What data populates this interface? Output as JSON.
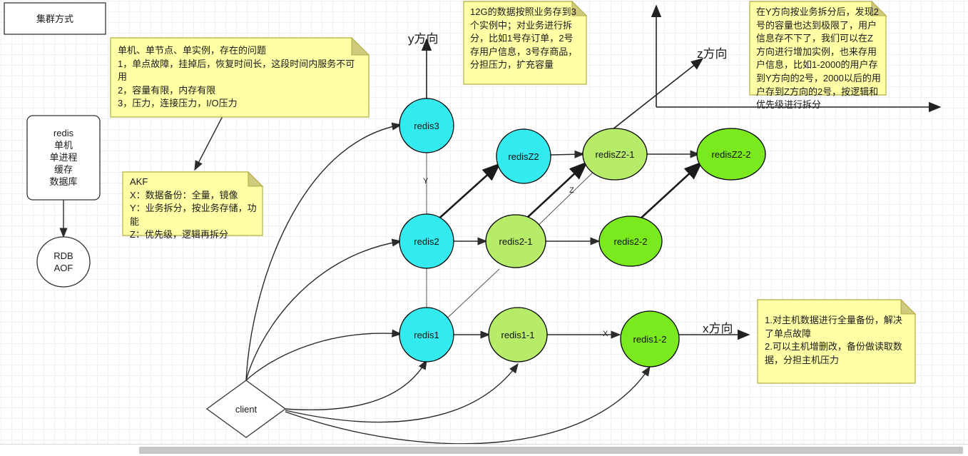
{
  "title_box": {
    "text": "集群方式"
  },
  "left_box": {
    "lines": "redis\n单机\n单进程\n缓存\n数据库"
  },
  "rdb_node": {
    "lines": "RDB\nAOF"
  },
  "client_node": {
    "label": "client"
  },
  "axes": [
    {
      "name": "y-axis",
      "label": "y方向"
    },
    {
      "name": "z-axis",
      "label": "z方向"
    },
    {
      "name": "x-axis",
      "label": "x方向"
    }
  ],
  "edge_tags": [
    {
      "name": "y-tag",
      "label": "Y"
    },
    {
      "name": "z-tag",
      "label": "Z"
    },
    {
      "name": "x-tag",
      "label": "X"
    }
  ],
  "nodes": [
    {
      "id": "redis3",
      "label": "redis3",
      "color": "#33ebee"
    },
    {
      "id": "redis2",
      "label": "redis2",
      "color": "#33ebee"
    },
    {
      "id": "redis1",
      "label": "redis1",
      "color": "#33ebee"
    },
    {
      "id": "redisZ2",
      "label": "redisZ2",
      "color": "#33ebee"
    },
    {
      "id": "redis2-1",
      "label": "redis2-1",
      "color": "#b6ec68"
    },
    {
      "id": "redis1-1",
      "label": "redis1-1",
      "color": "#b6ec68"
    },
    {
      "id": "redisZ2-1",
      "label": "redisZ2-1",
      "color": "#b6ec68"
    },
    {
      "id": "redis2-2",
      "label": "redis2-2",
      "color": "#7aea1e"
    },
    {
      "id": "redis1-2",
      "label": "redis1-2",
      "color": "#7aea1e"
    },
    {
      "id": "redisZ2-2",
      "label": "redisZ2-2",
      "color": "#7aea1e"
    }
  ],
  "notes": {
    "single_instance": "单机、单节点、单实例，存在的问题\n1，单点故障，挂掉后，恢复时间长，这段时间内服务不可用\n2，容量有限，内存有限\n3，压力，连接压力，I/O压力",
    "akf": "AKF\nX：数据备份：全量，镜像\nY：业务拆分，按业务存储，功能\nZ：优先级，逻辑再拆分",
    "y_split": "12G的数据按照业务存到3个实例中；对业务进行拆分，比如1号存订单，2号存用户信息，3号存商品，分担压力，扩充容量",
    "z_split": "在Y方向按业务拆分后，发现2号的容量也达到极限了，用户信息存不下了，我们可以在Z方向进行增加实例，也来存用户信息，比如1-2000的用户存到Y方向的2号，2000以后的用户存到Z方向的2号，按逻辑和优先级进行拆分",
    "x_backup": "1.对主机数据进行全量备份，解决了单点故障\n2.可以主机增删改，备份做读取数据，分担主机压力"
  },
  "colors": {
    "note_fill": "#ffffa6",
    "note_border": "#b3ae43",
    "cyan": "#33ebee",
    "light_green": "#b6ec68",
    "green": "#7aea1e",
    "edge": "#2b2b2b"
  }
}
